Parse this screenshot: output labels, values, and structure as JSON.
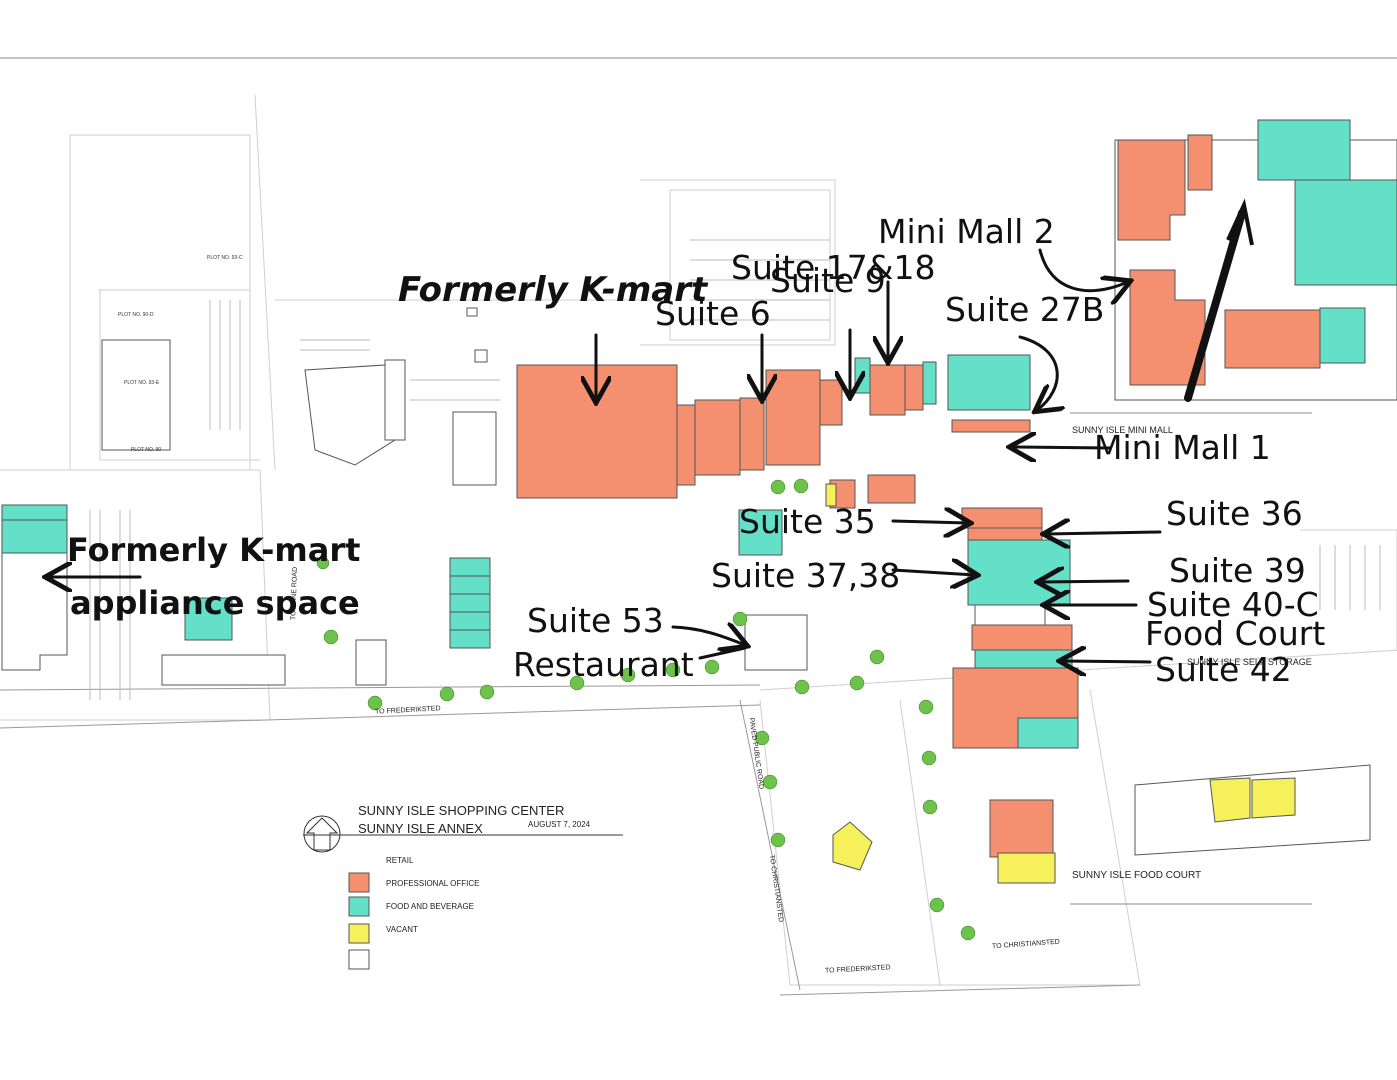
{
  "colors": {
    "professional_office": "#f4906f",
    "food_and_beverage": "#65e0c8",
    "vacant": "#f6f05a",
    "retail": "#ffffff",
    "outline": "#555555",
    "arrow": "#111111",
    "tree": "#6cc24a"
  },
  "map": {
    "title_line1": "SUNNY ISLE SHOPPING CENTER",
    "title_line2": "SUNNY ISLE ANNEX",
    "date": "AUGUST 7, 2024",
    "mini_mall_label": "SUNNY ISLE MINI MALL",
    "food_court_label": "SUNNY ISLE FOOD COURT",
    "self_storage_label": "SUNNY ISLE SELF STORAGE",
    "roads": {
      "to_frederiksted_1": "TO FREDERIKSTED",
      "to_frederiksted_2": "TO FREDERIKSTED",
      "to_christiansted_1": "TO CHRISTIANSTED",
      "to_christiansted_2": "TO CHRISTIANSTED",
      "paved_public_road": "PAVED PUBLIC ROAD",
      "to_road": "TO CANE ROAD"
    },
    "plots": [
      "PLOT NO. 93-C",
      "PLOT NO. 90-D",
      "PLOT NO. 93-E",
      "PLOT NO. 90"
    ]
  },
  "legend": {
    "items": [
      {
        "label": "RETAIL",
        "color_key": "retail"
      },
      {
        "label": "PROFESSIONAL OFFICE",
        "color_key": "professional_office"
      },
      {
        "label": "FOOD AND BEVERAGE",
        "color_key": "food_and_beverage"
      },
      {
        "label": "VACANT",
        "color_key": "vacant"
      }
    ]
  },
  "annotations": {
    "formerly_kmart": "Formerly K-mart",
    "formerly_kmart_appliance_1": "Formerly K-mart",
    "formerly_kmart_appliance_2": "appliance space",
    "suite_6": "Suite 6",
    "suite_9": "Suite 9",
    "suite_17_18": "Suite 17&18",
    "mini_mall_2": "Mini Mall 2",
    "suite_27b": "Suite 27B",
    "mini_mall_1": "Mini Mall 1",
    "suite_35": "Suite 35",
    "suite_36": "Suite 36",
    "suite_37_38": "Suite 37,38",
    "suite_39": "Suite 39",
    "suite_40c": "Suite 40-C",
    "food_court": "Food Court",
    "suite_42": "Suite 42",
    "suite_53": "Suite 53",
    "restaurant": "Restaurant"
  }
}
